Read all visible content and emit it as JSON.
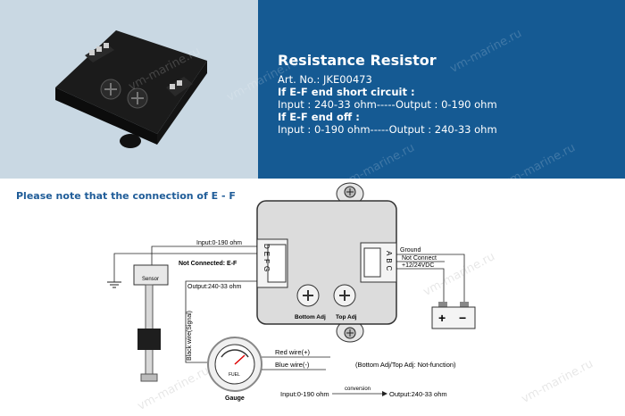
{
  "header": {
    "title": "Resistance Resistor",
    "art_no": "Art. No.: JKE00473",
    "short_heading": "If E-F end short circuit :",
    "short_detail": "Input : 240-33 ohm-----Output : 0-190 ohm",
    "off_heading": "If E-F end off :",
    "off_detail": "Input : 0-190 ohm-----Output : 240-33 ohm"
  },
  "watermark": "vm-marine.ru",
  "note": "Please note that the connection of E - F",
  "diagram": {
    "left_terminals": "DEFG",
    "right_terminals": "ABC",
    "bottom_adj": "Bottom Adj",
    "top_adj": "Top Adj",
    "input_label": "Input:0-190 ohm",
    "not_connected_label": "Not Connected: E-F",
    "output_label": "Output:240-33 ohm",
    "sensor_label": "Sensor",
    "black_wire_label": "Black wire(Signal)",
    "ground_label": "Ground",
    "not_connect_label": "Not Connect",
    "power_label": "+12/24VDC",
    "battery_plus": "+",
    "battery_minus": "−",
    "red_wire_label": "Red wire(+)",
    "blue_wire_label": "Blue wire(-)",
    "adj_note": "(Bottom Adj/Top Adj: Not-function)",
    "gauge_label": "Gauge",
    "gauge_face": "FUEL",
    "conversion_input": "Input:0-190 ohm",
    "conversion_label": "conversion",
    "conversion_output": "Output:240-33 ohm"
  },
  "colors": {
    "banner_blue": "#155a93",
    "photo_bg": "#c9d8e3",
    "note_blue": "#1f5c98",
    "device_gray": "#dcdcdc"
  }
}
